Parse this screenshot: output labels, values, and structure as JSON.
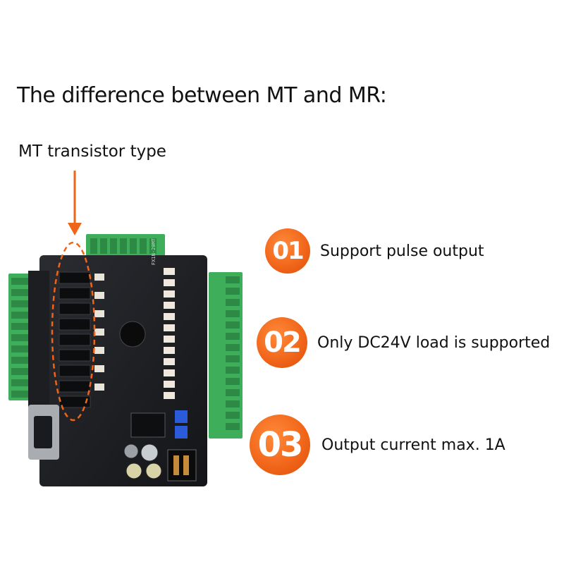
{
  "heading": "The difference between MT and MR:",
  "mt_label": "MT transistor type",
  "features": [
    {
      "badge": "01",
      "text": "Support pulse output"
    },
    {
      "badge": "02",
      "text": "Only DC24V load is supported"
    },
    {
      "badge": "03",
      "text": "Output current max. 1A"
    }
  ],
  "board": {
    "silkscreen_model": "FX1N-20MT"
  },
  "colors": {
    "accent_orange": "#f06418",
    "board_black": "#1c1e22",
    "terminal_green": "#3fae5a"
  }
}
